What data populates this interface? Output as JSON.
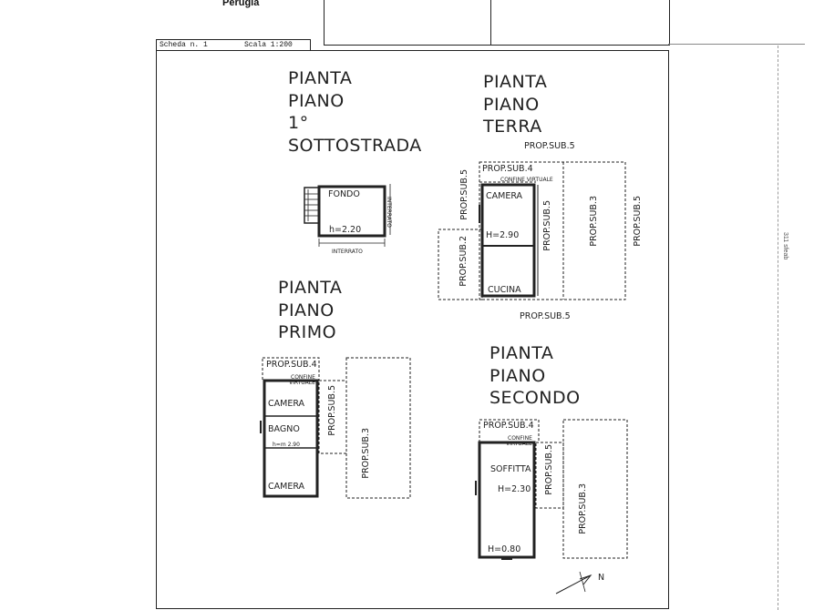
{
  "header": {
    "city": "Perugia",
    "sheet": "Scheda n. 1",
    "scale": "Scala 1:200"
  },
  "floors": {
    "basement": {
      "title": "PIANTA\nPIANO\n1°\nSOTTOSTRADA",
      "room": "FONDO",
      "height": "h=2.20",
      "bottom_label": "INTERRATO",
      "side_label": "INTERRATO"
    },
    "ground": {
      "title": "PIANTA\nPIANO\nTERRA",
      "label_top": "PROP.SUB.5",
      "label_left": "PROP.SUB.5",
      "label_sub4": "PROP.SUB.4",
      "confine": "CONFINE VIRTUALE",
      "room1": "CAMERA",
      "height": "H=2.90",
      "label_sub5_inner": "PROP.SUB.5",
      "label_sub3": "PROP.SUB.3",
      "label_right": "PROP.SUB.5",
      "label_sub2": "PROP.SUB.2",
      "room2": "CUCINA",
      "label_bottom": "PROP.SUB.5"
    },
    "first": {
      "title": "PIANTA\nPIANO\nPRIMO",
      "label_sub4": "PROP.SUB.4",
      "confine1": "CONFINE",
      "confine2": "VIRTUALE",
      "room1": "CAMERA",
      "room2": "BAGNO",
      "height": "h=m 2.90",
      "room3": "CAMERA",
      "label_sub5": "PROP.SUB.5",
      "label_sub3": "PROP.SUB.3"
    },
    "second": {
      "title": "PIANTA\nPIANO\nSECONDO",
      "label_sub4": "PROP.SUB.4",
      "confine1": "CONFINE",
      "confine2": "VIRTUALE",
      "room": "SOFFITTA",
      "height1": "H=2.30",
      "height2": "H=0.80",
      "label_sub5": "PROP.SUB.5",
      "label_sub3": "PROP.SUB.3"
    }
  },
  "north": "N",
  "side_code": "311 sfeab"
}
